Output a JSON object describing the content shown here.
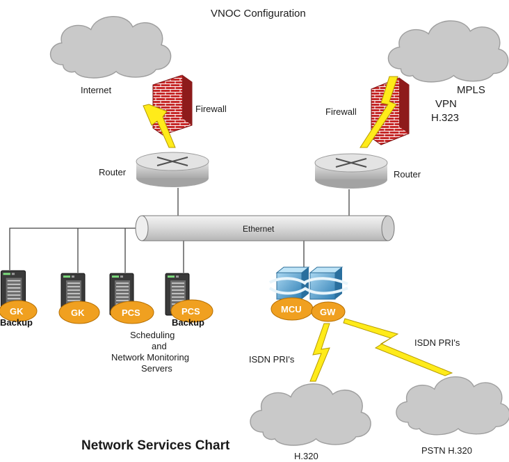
{
  "diagram": {
    "title": "VNOC Configuration",
    "chart_title": "Network Services Chart",
    "labels": {
      "internet": "Internet",
      "firewall_left": "Firewall",
      "firewall_right": "Firewall",
      "mpls": "MPLS",
      "vpn": "VPN",
      "h323": "H.323",
      "router_left": "Router",
      "router_right": "Router",
      "ethernet": "Ethernet",
      "isdn_left": "ISDN PRI's",
      "isdn_right": "ISDN PRI's",
      "h320": "H.320",
      "pstn": "PSTN H.320"
    },
    "servers": {
      "gk_backup": {
        "name": "GK",
        "sub": "Backup"
      },
      "gk": {
        "name": "GK"
      },
      "pcs": {
        "name": "PCS"
      },
      "pcs_backup": {
        "name": "PCS",
        "sub": "Backup"
      }
    },
    "server_caption": [
      "Scheduling",
      "and",
      "Network Monitoring",
      "Servers"
    ],
    "devices": {
      "mcu": "MCU",
      "gw": "GW"
    },
    "colors": {
      "cloud": "#c9c9c9",
      "router": "#cfcfcf",
      "badge": "#f0a020",
      "firewall": "#c62828",
      "lightning": "#ffeb1a",
      "switch": "#5aa9d6"
    }
  }
}
